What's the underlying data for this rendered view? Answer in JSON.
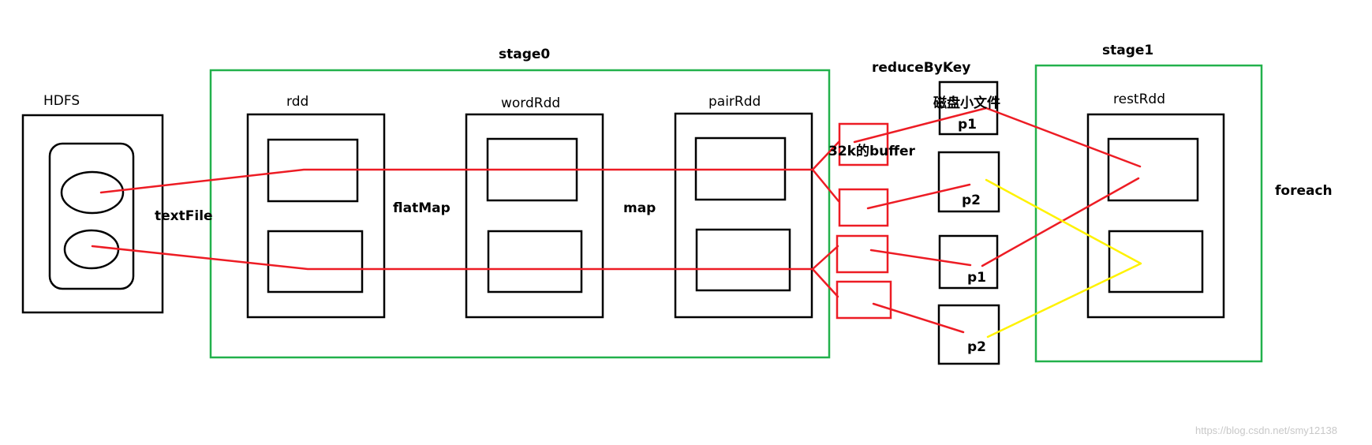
{
  "labels": {
    "hdfs": "HDFS",
    "stage0": "stage0",
    "stage1": "stage1",
    "rdd": "rdd",
    "word_rdd": "wordRdd",
    "pair_rdd": "pairRdd",
    "rest_rdd": "restRdd",
    "text_file": "textFile",
    "flat_map": "flatMap",
    "map": "map",
    "reduce_by_key": "reduceByKey",
    "disk_small_file": "磁盘小文件",
    "buffer": "32k的buffer",
    "p1_top": "p1",
    "p2_top": "p2",
    "p1_bottom": "p1",
    "p2_bottom": "p2",
    "foreach": "foreach"
  },
  "watermark": "https://blog.csdn.net/smy12138",
  "colors": {
    "stage_border": "#22b14c",
    "flow_line": "#ed1c24",
    "stage1_line": "#fff200",
    "box_border": "#000000"
  }
}
